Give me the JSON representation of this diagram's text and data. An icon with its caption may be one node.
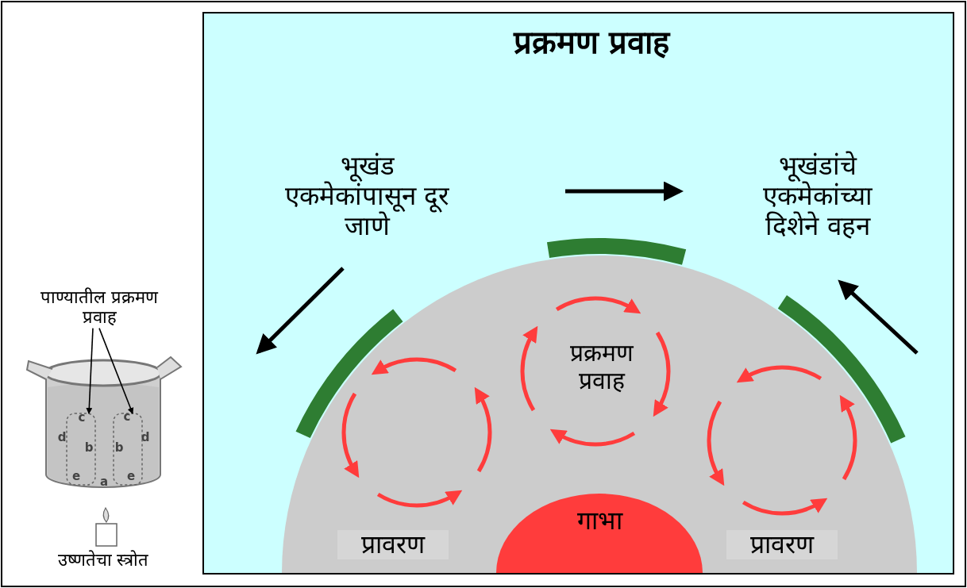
{
  "diagram": {
    "title": "प्रक्रमण प्रवाह",
    "nodes": [
      {
        "text": [
          "पाण्यातील प्रक्रमण प्रवाह"
        ]
      },
      {
        "text": [
          "गाभा"
        ]
      },
      {
        "text": [],
        "shape": "box"
      },
      {
        "text": [],
        "shape": "box"
      }
    ],
    "edges": [
      {
        "from": 0,
        "to": 2,
        "arrow": "to"
      },
      {
        "from": 0,
        "to": 3,
        "arrow": "to"
      }
    ],
    "labels": [
      "c",
      "c",
      "d",
      "b",
      "b",
      "d",
      "e",
      "a",
      "e",
      "उष्णतेचा स्त्रोत",
      "भूखंड एकमेकांपासून दूर जाणे",
      "भूखंडांचे एकमेकांच्या दिशेने वहन",
      "प्रक्रमण प्रवाह",
      "प्रावरण",
      "प्रावरण"
    ]
  }
}
